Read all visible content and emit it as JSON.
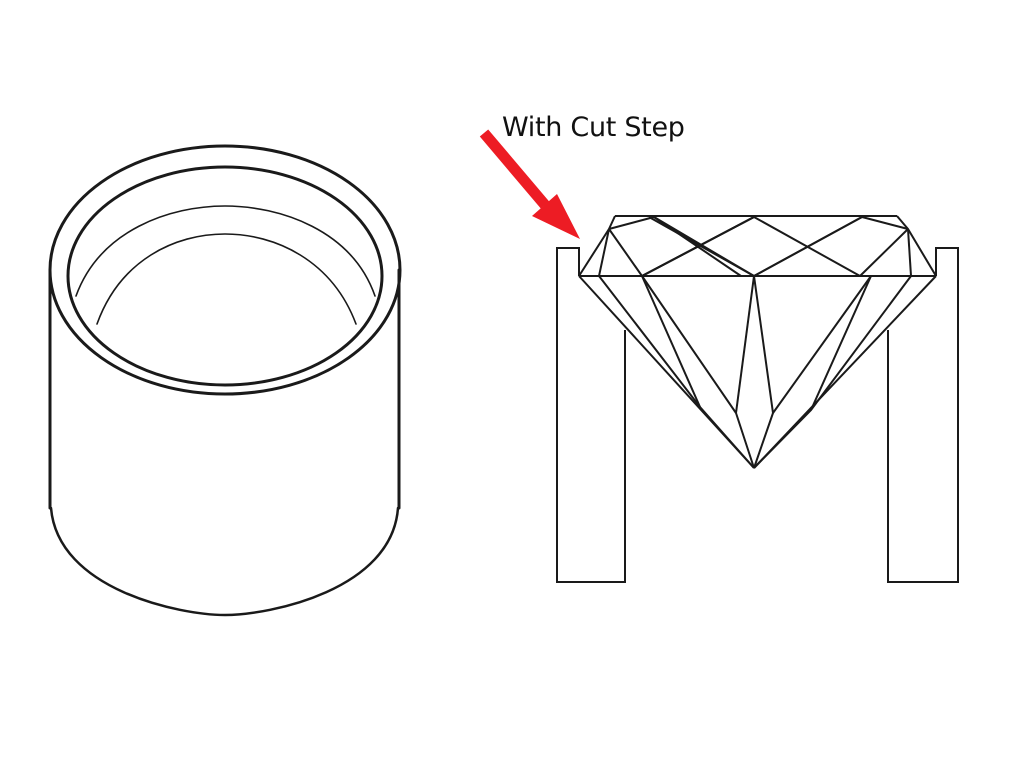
{
  "figure": {
    "annotation": {
      "text": "With Cut Step",
      "arrow_color": "#ed1c24",
      "text_color": "#111111"
    },
    "left_object": {
      "name": "Cylindrical tube setting (bezel)",
      "stroke_color": "#1a1a1a"
    },
    "right_object": {
      "name": "Round brilliant diamond seated in prong setting with cut step",
      "stroke_color": "#1a1a1a"
    },
    "background_color": "#ffffff"
  }
}
